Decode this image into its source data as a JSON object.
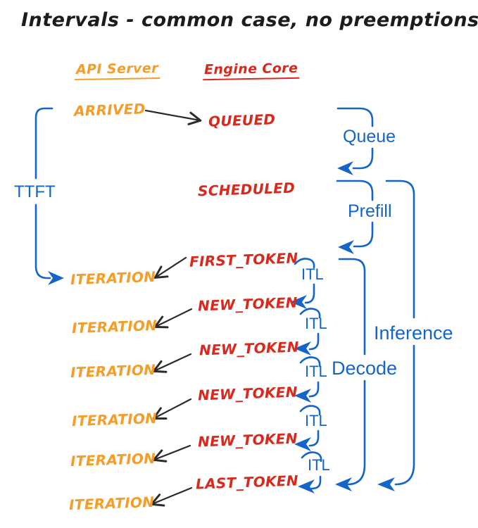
{
  "title": "Intervals - common case, no preemptions",
  "columns": {
    "api_server": "API Server",
    "engine_core": "Engine Core"
  },
  "events": {
    "arrived": "ARRIVED",
    "queued": "QUEUED",
    "scheduled": "SCHEDULED",
    "first_token": "FIRST_TOKEN",
    "new_token": "NEW_TOKEN",
    "last_token": "LAST_TOKEN",
    "iteration": "ITERATION"
  },
  "intervals": {
    "ttft": "TTFT",
    "queue": "Queue",
    "prefill": "Prefill",
    "itl": "ITL",
    "decode": "Decode",
    "inference": "Inference"
  },
  "colors": {
    "api_server_orange": "#F59D28",
    "engine_core_red": "#DB281C",
    "interval_blue": "#1565C8",
    "connector_black": "#2B2B2B",
    "background": "#FFFFFF"
  }
}
